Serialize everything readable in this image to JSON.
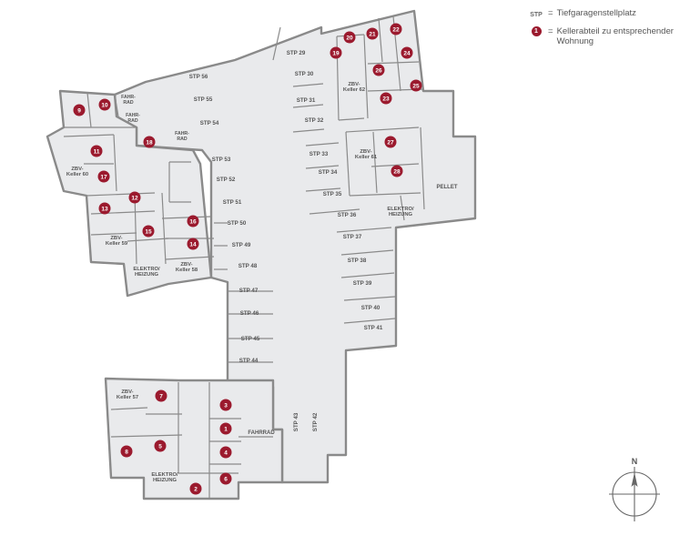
{
  "legend": {
    "stp_abbr": "STP",
    "stp_text": "Tiefgaragenstellplatz",
    "cellar_marker": "1",
    "cellar_text": "Kellerabteil zu entsprechender Wohnung",
    "equals": "="
  },
  "compass": {
    "north": "N"
  },
  "colors": {
    "wall": "#8a8a8a",
    "floor": "#e9eaec",
    "marker": "#9b1a2e",
    "label": "#555555"
  },
  "parking_labels": [
    "STP 29",
    "STP 30",
    "STP 31",
    "STP 32",
    "STP 33",
    "STP 34",
    "STP 35",
    "STP 36",
    "STP 37",
    "STP 38",
    "STP 39",
    "STP 40",
    "STP 41",
    "STP 42",
    "STP 43",
    "STP 44",
    "STP 45",
    "STP 46",
    "STP 47",
    "STP 48",
    "STP 49",
    "STP 50",
    "STP 51",
    "STP 52",
    "STP 53",
    "STP 54",
    "STP 55",
    "STP 56"
  ],
  "room_labels": [
    "FAHR-\nRAD",
    "FAHR-\nRAD",
    "FAHR-\nRAD",
    "ZBV-\nKeller 60",
    "ZBV-\nKeller 59",
    "ZBV-\nKeller 58",
    "ELEKTRO/\nHEIZUNG",
    "ZBV-\nKeller 62",
    "ZBV-\nKeller 61",
    "ELEKTRO/\nHEIZUNG",
    "PELLET",
    "ZBV-\nKeller 57",
    "FAHRRAD",
    "ELEKTRO/\nHEIZUNG"
  ],
  "cellar_markers": [
    "1",
    "2",
    "3",
    "4",
    "5",
    "6",
    "7",
    "8",
    "9",
    "10",
    "11",
    "12",
    "13",
    "14",
    "15",
    "16",
    "17",
    "18",
    "19",
    "20",
    "21",
    "22",
    "23",
    "24",
    "25",
    "26",
    "27",
    "28"
  ]
}
